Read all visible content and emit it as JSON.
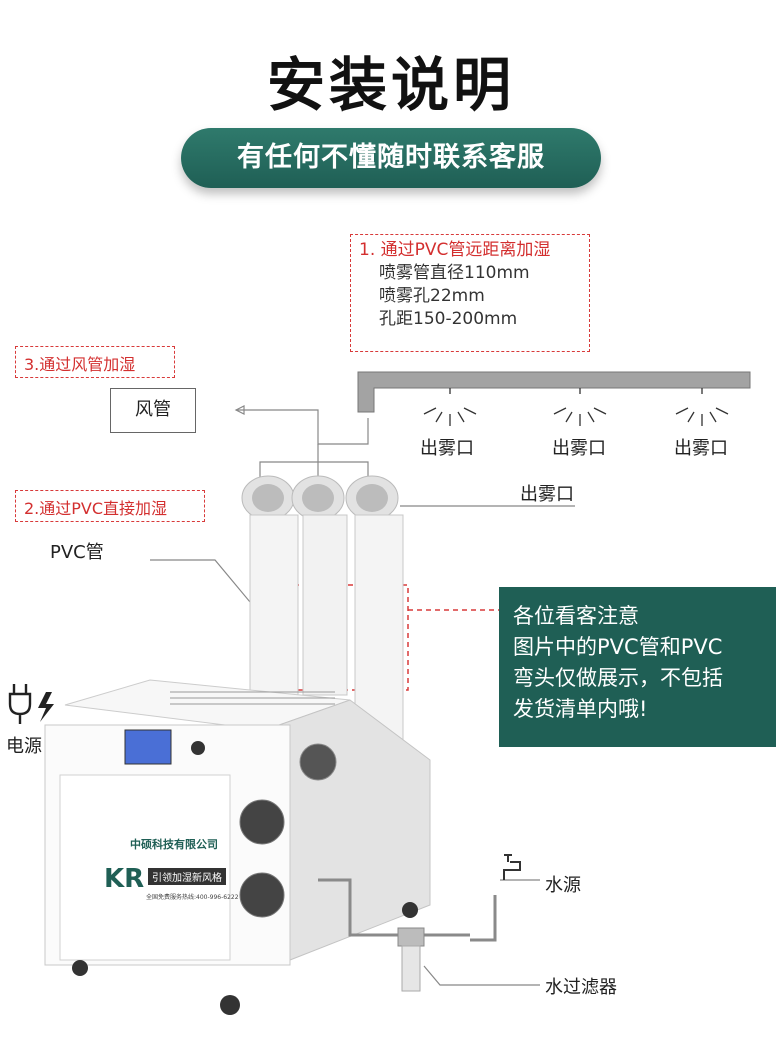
{
  "header": {
    "title": "安装说明",
    "subtitle": "有任何不懂随时联系客服"
  },
  "methods": {
    "method1_line1": "1. 通过PVC管远距离加湿",
    "method1_line2": "喷雾管直径110mm",
    "method1_line3": "喷雾孔22mm",
    "method1_line4": "孔距150-200mm",
    "method2": "2.通过PVC直接加湿",
    "method3": "3.通过风管加湿"
  },
  "labels": {
    "duct": "风管",
    "outlet": "出雾口",
    "outlet_top1": "出雾口",
    "outlet_top2": "出雾口",
    "outlet_top3": "出雾口",
    "pvc_pipe": "PVC管",
    "power": "电源",
    "water_source": "水源",
    "water_filter": "水过滤器"
  },
  "notice": {
    "line1": "各位看客注意",
    "line2": "图片中的PVC管和PVC",
    "line3": "弯头仅做展示，不包括",
    "line4": "发货清单内哦!"
  },
  "machine": {
    "brand_cn": "中硕科技有限公司",
    "brand_logo": "KR",
    "slogan": "引领加湿新风格",
    "hotline": "全国免费服务热线:400-996-6222"
  },
  "colors": {
    "accent_green": "#1f5f55",
    "accent_red": "#d32f2f"
  },
  "icons": [
    "power-plug-icon",
    "lightning-icon",
    "water-tap-icon",
    "spray-icon"
  ]
}
